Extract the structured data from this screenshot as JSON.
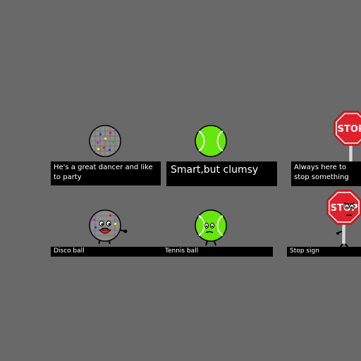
{
  "colors": {
    "background": "#696969",
    "caption_bg": "#000000",
    "caption_text": "#ffffff",
    "disco_ball": "#8c8c8c",
    "tennis_ball": "#66e60a",
    "stop_sign": "#e0212b",
    "stop_pole": "#d9d9d9"
  },
  "characters": [
    {
      "icon": "disco-ball-icon",
      "description": "He's a great dancer and like to party",
      "name": "Disco ball"
    },
    {
      "icon": "tennis-ball-icon",
      "description": "Smart,but clumsy",
      "name": "Tennis ball"
    },
    {
      "icon": "stop-sign-icon",
      "description": "Always here to stop something",
      "name": "Stop sign",
      "sign_text": "STOP"
    }
  ]
}
